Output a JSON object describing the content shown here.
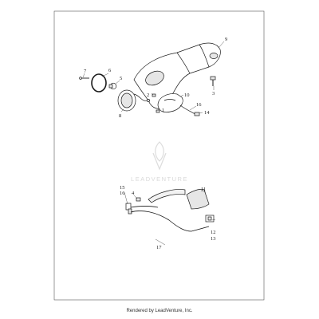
{
  "diagram": {
    "callouts": {
      "c1": "1",
      "c2": "2",
      "c3": "3",
      "c4": "4",
      "c5": "5",
      "c6": "6",
      "c7": "7",
      "c8": "8",
      "c9": "9",
      "c10": "10",
      "c11": "11",
      "c12": "12",
      "c13": "13",
      "c14": "14",
      "c15": "15",
      "c16a": "16",
      "c16b": "16",
      "c17": "17"
    },
    "watermark": "LEADVENTURE",
    "footer": "Rendered by LeadVenture, Inc."
  },
  "colors": {
    "line": "#1a1a1a",
    "fill": "#ffffff",
    "shade": "#e6e6e6",
    "frame": "#555555",
    "watermark": "#dcdcdc"
  }
}
